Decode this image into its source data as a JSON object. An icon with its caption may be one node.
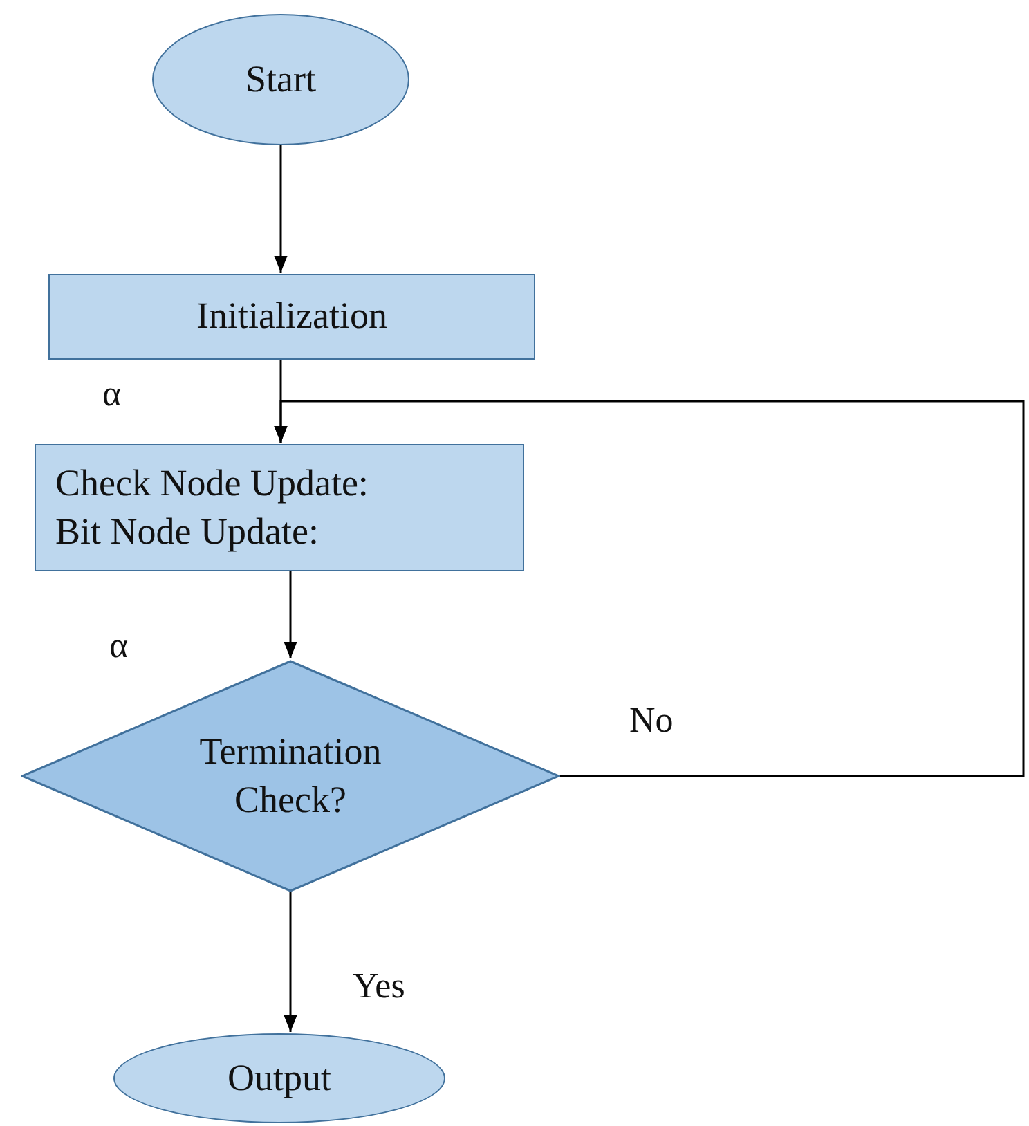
{
  "diagram": {
    "nodes": [
      {
        "text": [
          "Start"
        ]
      },
      {
        "text": [
          "Initialization"
        ]
      },
      {
        "text": [
          "Check Node Update:",
          "Bit Node Update:"
        ]
      },
      {
        "text": [
          "Termination Check?"
        ]
      },
      {
        "text": [
          "Output"
        ]
      }
    ],
    "edges": [
      {
        "from": 0,
        "to": 1,
        "arrow": "to"
      },
      {
        "from": 1,
        "to": 2,
        "arrow": "to"
      },
      {
        "from": 2,
        "to": 3,
        "arrow": "to"
      },
      {
        "from": 3,
        "to": 4,
        "arrow": "to",
        "label": "Yes"
      },
      {
        "from": 3,
        "to": 2,
        "arrow": "to",
        "label": "No"
      }
    ],
    "labels": [
      "α",
      "α"
    ]
  }
}
